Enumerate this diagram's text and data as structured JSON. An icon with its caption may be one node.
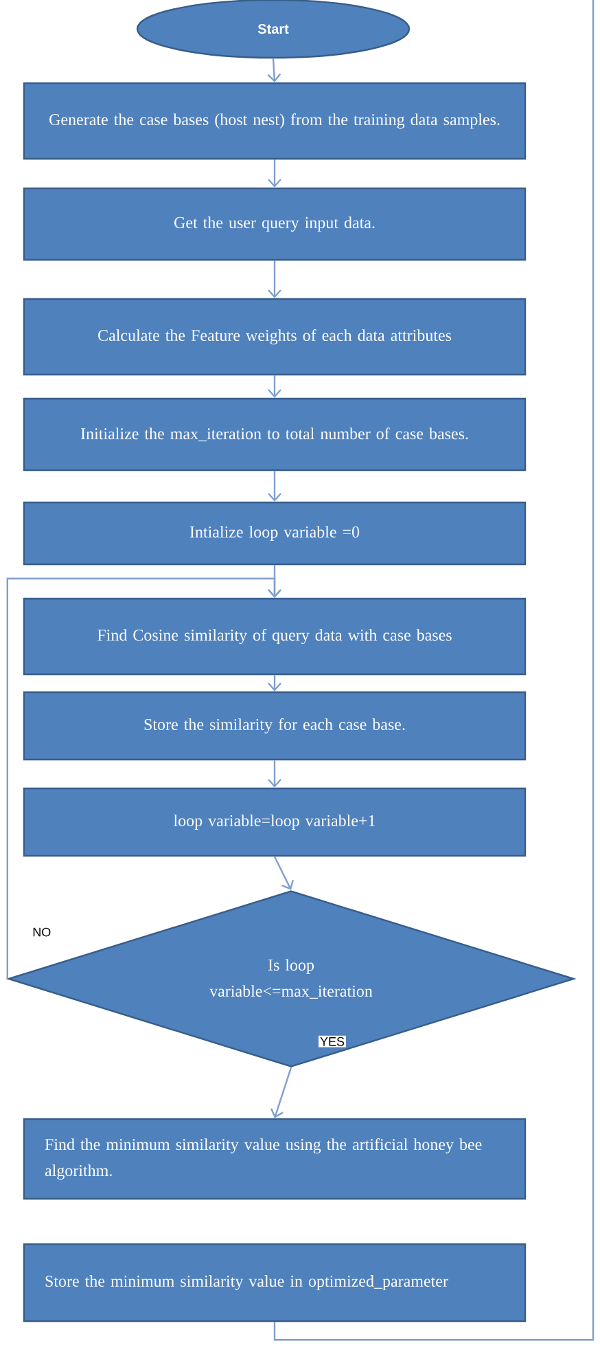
{
  "diagram": {
    "nodes": [
      {
        "text": [
          "Start"
        ]
      },
      {
        "text": [
          "Generate the case bases (host nest) from the training data samples."
        ]
      },
      {
        "text": [
          "Get the user query input data."
        ]
      },
      {
        "text": [
          "Calculate the Feature weights of each data attributes"
        ]
      },
      {
        "text": [
          "Initialize the max_iteration to total number of case bases."
        ]
      },
      {
        "text": [
          "Intialize loop variable =0"
        ]
      },
      {
        "text": [
          "Find Cosine similarity of query data with case bases"
        ]
      },
      {
        "text": [
          "Store the similarity for each case base."
        ]
      },
      {
        "text": [
          "loop variable=loop variable+1"
        ]
      },
      {
        "text": [
          "Is loop variable<=max_iteration"
        ]
      },
      {
        "text": [
          "Find the minimum similarity value using the artificial honey bee algorithm."
        ]
      },
      {
        "text": [
          "Store the minimum similarity value in optimized_parameter"
        ]
      }
    ],
    "edges": [
      {
        "from": 0,
        "to": 1,
        "arrow": "to"
      },
      {
        "from": 1,
        "to": 2,
        "arrow": "to"
      },
      {
        "from": 2,
        "to": 3,
        "arrow": "to"
      },
      {
        "from": 3,
        "to": 4,
        "arrow": "to"
      },
      {
        "from": 4,
        "to": 5,
        "arrow": "to"
      },
      {
        "from": 5,
        "to": 6,
        "arrow": "to"
      },
      {
        "from": 6,
        "to": 7,
        "arrow": "to"
      },
      {
        "from": 7,
        "to": 8,
        "arrow": "to"
      },
      {
        "from": 8,
        "to": 9,
        "arrow": "to"
      },
      {
        "from": 9,
        "to": 10,
        "label": "YES",
        "arrow": "to"
      },
      {
        "from": 9,
        "to": 6,
        "label": "NO",
        "arrow": "to"
      },
      {
        "from": 11,
        "to": null,
        "arrow": "none"
      }
    ]
  }
}
